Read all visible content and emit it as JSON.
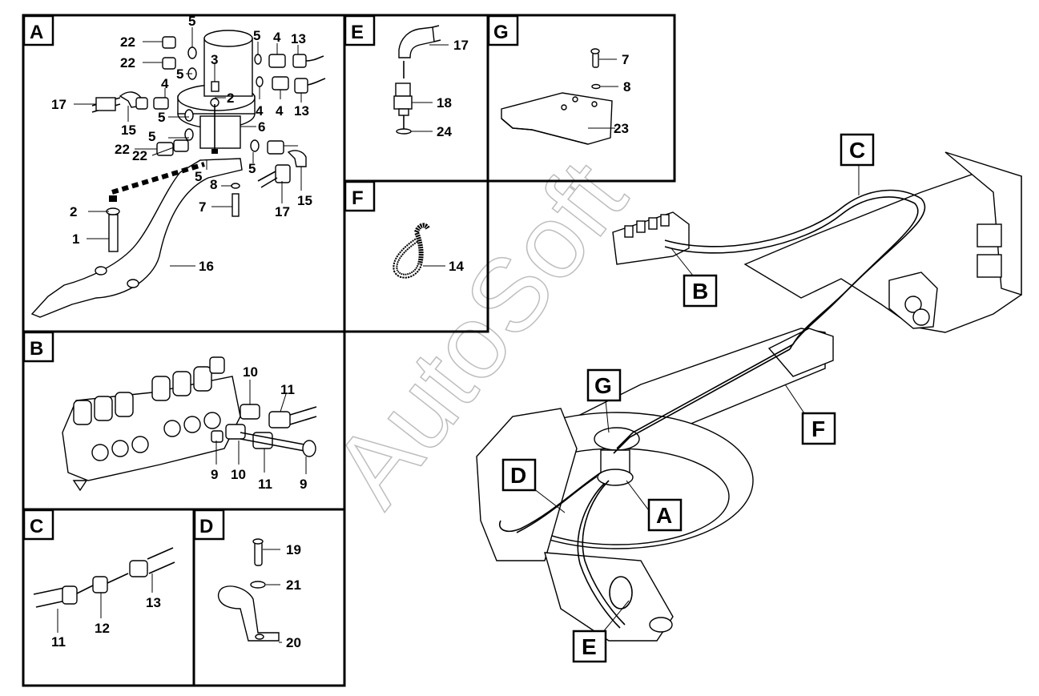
{
  "watermark": "AutoSoft",
  "panels": {
    "A": {
      "letter": "A",
      "numbers": [
        "22",
        "5",
        "5",
        "4",
        "13",
        "22",
        "5",
        "3",
        "4",
        "13",
        "17",
        "4",
        "2",
        "15",
        "5",
        "6",
        "5",
        "4",
        "22",
        "22",
        "5",
        "15",
        "5",
        "17",
        "8",
        "2",
        "7",
        "1",
        "16"
      ]
    },
    "B": {
      "letter": "B",
      "numbers": [
        "10",
        "11",
        "9",
        "10",
        "11",
        "9"
      ]
    },
    "C": {
      "letter": "C",
      "numbers": [
        "11",
        "12",
        "13"
      ]
    },
    "D": {
      "letter": "D",
      "numbers": [
        "19",
        "21",
        "20"
      ]
    },
    "E": {
      "letter": "E",
      "numbers": [
        "17",
        "18",
        "24"
      ]
    },
    "F": {
      "letter": "F",
      "numbers": [
        "14"
      ]
    },
    "G": {
      "letter": "G",
      "numbers": [
        "7",
        "8",
        "23"
      ]
    }
  },
  "overview_callouts": [
    "C",
    "B",
    "G",
    "F",
    "D",
    "A",
    "E"
  ]
}
